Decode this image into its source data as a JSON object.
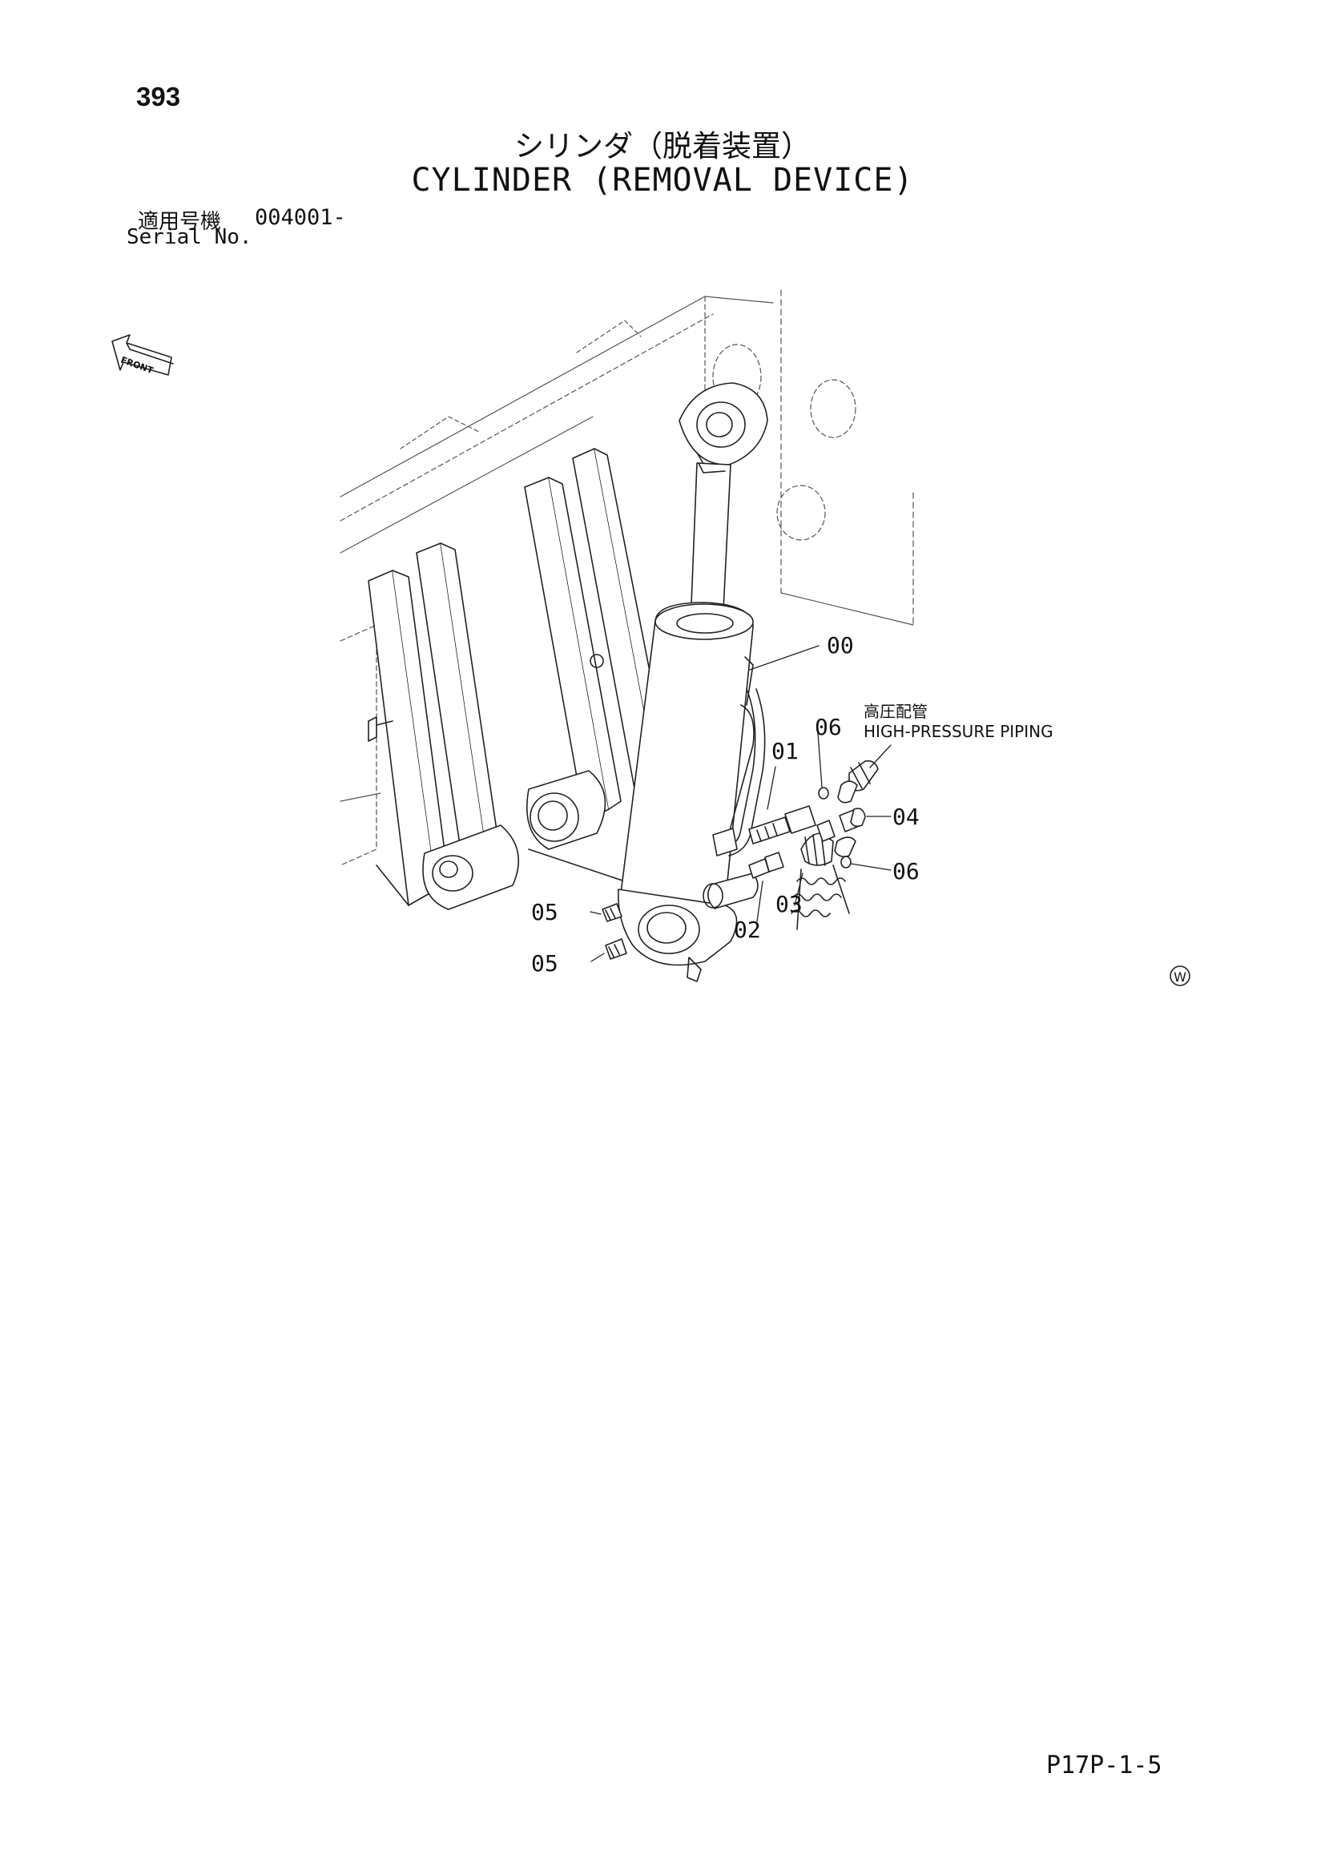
{
  "header": {
    "page_number": "393",
    "title_jp": "シリンダ（脱着装置）",
    "title_en": "CYLINDER (REMOVAL DEVICE)",
    "serial_label_jp": "適用号機",
    "serial_value": "004001-",
    "serial_label_en": "Serial No."
  },
  "diagram": {
    "front_arrow_text": "FRONT",
    "callouts": {
      "c00": "00",
      "c01": "01",
      "c02": "02",
      "c03": "03",
      "c04": "04",
      "c05a": "05",
      "c05b": "05",
      "c06a": "06",
      "c06b": "06"
    },
    "piping_label_jp": "高圧配管",
    "piping_label_en": "HIGH-PRESSURE PIPING",
    "w_mark": "W"
  },
  "footer": {
    "page_code": "P17P-1-5"
  }
}
